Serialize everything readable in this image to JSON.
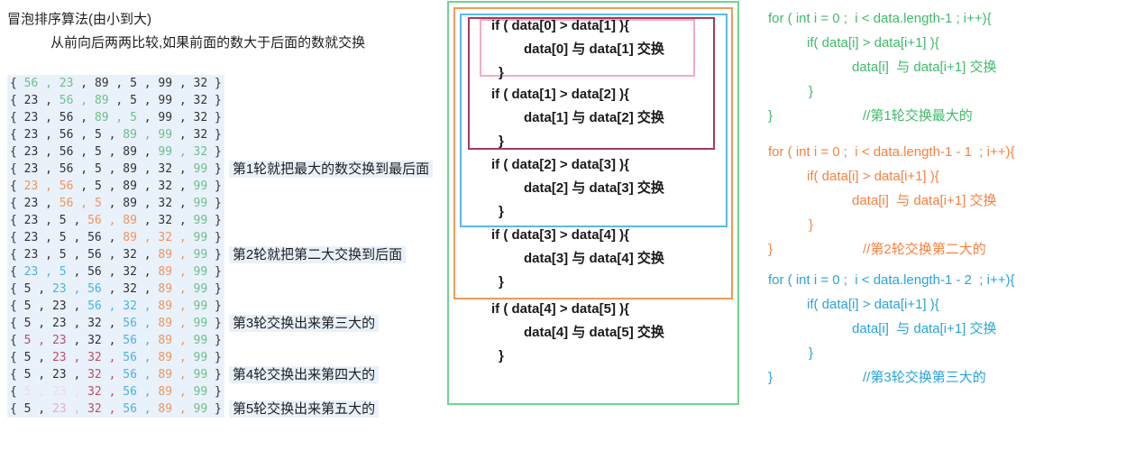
{
  "header": {
    "title": "冒泡排序算法(由小到大)",
    "subtitle": "从前向后两两比较,如果前面的数大于后面的数就交换"
  },
  "colors": {
    "dark": "#333333",
    "green": "#6fc08a",
    "orange": "#f0955c",
    "blue": "#4fb2e2",
    "crimson": "#bb5068",
    "pink": "#e7b1c1",
    "pink_pale": "#f3dce2",
    "row_bg": "#e9f1fa",
    "loop_green": "#3fbc68",
    "loop_orange": "#f5823f",
    "loop_blue": "#2aa3da",
    "box_green": "#6ed492",
    "box_orange": "#f09a5a",
    "box_blue": "#58bce5",
    "box_red": "#a33d56",
    "box_pink": "#f2abc6",
    "code_text": "#1a1a1a"
  },
  "sort_steps": {
    "rows": [
      {
        "cells": [
          [
            "56",
            "g"
          ],
          [
            "23",
            "g"
          ],
          [
            "89",
            "d"
          ],
          [
            "5",
            "d"
          ],
          [
            "99",
            "d"
          ],
          [
            "32",
            "d"
          ]
        ],
        "label": ""
      },
      {
        "cells": [
          [
            "23",
            "d"
          ],
          [
            "56",
            "g"
          ],
          [
            "89",
            "g"
          ],
          [
            "5",
            "d"
          ],
          [
            "99",
            "d"
          ],
          [
            "32",
            "d"
          ]
        ],
        "label": ""
      },
      {
        "cells": [
          [
            "23",
            "d"
          ],
          [
            "56",
            "d"
          ],
          [
            "89",
            "g"
          ],
          [
            "5",
            "g"
          ],
          [
            "99",
            "d"
          ],
          [
            "32",
            "d"
          ]
        ],
        "label": ""
      },
      {
        "cells": [
          [
            "23",
            "d"
          ],
          [
            "56",
            "d"
          ],
          [
            "5",
            "d"
          ],
          [
            "89",
            "g"
          ],
          [
            "99",
            "g"
          ],
          [
            "32",
            "d"
          ]
        ],
        "label": ""
      },
      {
        "cells": [
          [
            "23",
            "d"
          ],
          [
            "56",
            "d"
          ],
          [
            "5",
            "d"
          ],
          [
            "89",
            "d"
          ],
          [
            "99",
            "g"
          ],
          [
            "32",
            "g"
          ]
        ],
        "label": ""
      },
      {
        "cells": [
          [
            "23",
            "d"
          ],
          [
            "56",
            "d"
          ],
          [
            "5",
            "d"
          ],
          [
            "89",
            "d"
          ],
          [
            "32",
            "d"
          ],
          [
            "99",
            "g"
          ]
        ],
        "label": "第1轮就把最大的数交换到最后面"
      },
      {
        "cells": [
          [
            "23",
            "o"
          ],
          [
            "56",
            "o"
          ],
          [
            "5",
            "d"
          ],
          [
            "89",
            "d"
          ],
          [
            "32",
            "d"
          ],
          [
            "99",
            "g"
          ]
        ],
        "label": ""
      },
      {
        "cells": [
          [
            "23",
            "d"
          ],
          [
            "56",
            "o"
          ],
          [
            "5",
            "o"
          ],
          [
            "89",
            "d"
          ],
          [
            "32",
            "d"
          ],
          [
            "99",
            "g"
          ]
        ],
        "label": ""
      },
      {
        "cells": [
          [
            "23",
            "d"
          ],
          [
            "5",
            "d"
          ],
          [
            "56",
            "o"
          ],
          [
            "89",
            "o"
          ],
          [
            "32",
            "d"
          ],
          [
            "99",
            "g"
          ]
        ],
        "label": ""
      },
      {
        "cells": [
          [
            "23",
            "d"
          ],
          [
            "5",
            "d"
          ],
          [
            "56",
            "d"
          ],
          [
            "89",
            "o"
          ],
          [
            "32",
            "o"
          ],
          [
            "99",
            "g"
          ]
        ],
        "label": ""
      },
      {
        "cells": [
          [
            "23",
            "d"
          ],
          [
            "5",
            "d"
          ],
          [
            "56",
            "d"
          ],
          [
            "32",
            "d"
          ],
          [
            "89",
            "o"
          ],
          [
            "99",
            "g"
          ]
        ],
        "label": "第2轮就把第二大交换到后面"
      },
      {
        "cells": [
          [
            "23",
            "b"
          ],
          [
            "5",
            "b"
          ],
          [
            "56",
            "d"
          ],
          [
            "32",
            "d"
          ],
          [
            "89",
            "o"
          ],
          [
            "99",
            "g"
          ]
        ],
        "label": ""
      },
      {
        "cells": [
          [
            "5",
            "d"
          ],
          [
            "23",
            "b"
          ],
          [
            "56",
            "b"
          ],
          [
            "32",
            "d"
          ],
          [
            "89",
            "o"
          ],
          [
            "99",
            "g"
          ]
        ],
        "label": ""
      },
      {
        "cells": [
          [
            "5",
            "d"
          ],
          [
            "23",
            "d"
          ],
          [
            "56",
            "b"
          ],
          [
            "32",
            "b"
          ],
          [
            "89",
            "o"
          ],
          [
            "99",
            "g"
          ]
        ],
        "label": ""
      },
      {
        "cells": [
          [
            "5",
            "d"
          ],
          [
            "23",
            "d"
          ],
          [
            "32",
            "d"
          ],
          [
            "56",
            "b"
          ],
          [
            "89",
            "o"
          ],
          [
            "99",
            "g"
          ]
        ],
        "label": "第3轮交换出来第三大的"
      },
      {
        "cells": [
          [
            "5",
            "r"
          ],
          [
            "23",
            "r"
          ],
          [
            "32",
            "d"
          ],
          [
            "56",
            "b"
          ],
          [
            "89",
            "o"
          ],
          [
            "99",
            "g"
          ]
        ],
        "label": ""
      },
      {
        "cells": [
          [
            "5",
            "d"
          ],
          [
            "23",
            "r"
          ],
          [
            "32",
            "r"
          ],
          [
            "56",
            "b"
          ],
          [
            "89",
            "o"
          ],
          [
            "99",
            "g"
          ]
        ],
        "label": ""
      },
      {
        "cells": [
          [
            "5",
            "d"
          ],
          [
            "23",
            "d"
          ],
          [
            "32",
            "r"
          ],
          [
            "56",
            "b"
          ],
          [
            "89",
            "o"
          ],
          [
            "99",
            "g"
          ]
        ],
        "label": "第4轮交换出来第四大的"
      },
      {
        "cells": [
          [
            "5",
            "pl"
          ],
          [
            "23",
            "pl"
          ],
          [
            "32",
            "r"
          ],
          [
            "56",
            "b"
          ],
          [
            "89",
            "o"
          ],
          [
            "99",
            "g"
          ]
        ],
        "label": ""
      },
      {
        "cells": [
          [
            "5",
            "d"
          ],
          [
            "23",
            "p"
          ],
          [
            "32",
            "r"
          ],
          [
            "56",
            "b"
          ],
          [
            "89",
            "o"
          ],
          [
            "99",
            "g"
          ]
        ],
        "label": "第5轮交换出来第五大的"
      }
    ]
  },
  "compare_blocks": [
    {
      "if_line": "if ( data[0] > data[1] ){",
      "swap_line": "data[0] 与 data[1] 交换",
      "close_line": "}"
    },
    {
      "if_line": "if ( data[1] > data[2] ){",
      "swap_line": "data[1] 与 data[2] 交换",
      "close_line": "}"
    },
    {
      "if_line": "if ( data[2] > data[3] ){",
      "swap_line": "data[2] 与 data[3] 交换",
      "close_line": "}"
    },
    {
      "if_line": "if ( data[3] > data[4] ){",
      "swap_line": "data[3] 与 data[4] 交换",
      "close_line": "}"
    },
    {
      "if_line": "if ( data[4] > data[5] ){",
      "swap_line": "data[4] 与 data[5] 交换",
      "close_line": "}"
    }
  ],
  "for_loops": [
    {
      "color_key": "loop_green",
      "for_line": "for ( int i = 0 ;  i < data.length-1 ; i++){",
      "if_line": "if( data[i] > data[i+1] ){",
      "swap_line": "data[i]  与 data[i+1] 交换",
      "close_inner": "}",
      "close_outer": "}",
      "comment": "//第1轮交换最大的"
    },
    {
      "color_key": "loop_orange",
      "for_line": "for ( int i = 0 ;  i < data.length-1 - 1  ; i++){",
      "if_line": "if( data[i] > data[i+1] ){",
      "swap_line": "data[i]  与 data[i+1] 交换",
      "close_inner": "}",
      "close_outer": "}",
      "comment": "//第2轮交换第二大的"
    },
    {
      "color_key": "loop_blue",
      "for_line": "for ( int i = 0 ;  i < data.length-1 - 2  ; i++){",
      "if_line": "if( data[i] > data[i+1] ){",
      "swap_line": "data[i]  与 data[i+1] 交换",
      "close_inner": "}",
      "close_outer": "}",
      "comment": "//第3轮交换第三大的"
    }
  ]
}
